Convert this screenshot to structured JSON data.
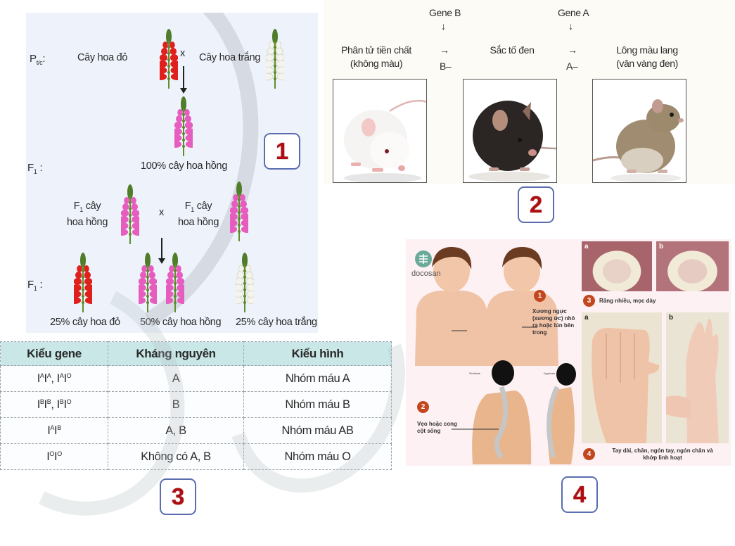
{
  "badges": {
    "panel1": "1",
    "panel2": "2",
    "panel3": "3",
    "panel4": "4"
  },
  "panel1": {
    "p_label": "P",
    "p_sub": "t/c",
    "p_colon": ":",
    "red_plant_label": "Cây hoa đỏ",
    "cross_symbol": "x",
    "white_plant_label": "Cây hoa trắng",
    "f1_label": "F",
    "f1_sub": "1",
    "f1_colon": " :",
    "f1_result": "100% cây hoa hồng",
    "f1_parent_left_line1": "F",
    "f1_parent_left_sub": "1",
    "f1_parent_left_line1_rest": " cây",
    "f1_parent_left_line2": "hoa hồng",
    "f1_parent_right_line1": "F",
    "f1_parent_right_sub": "1",
    "f1_parent_right_line1_rest": " cây",
    "f1_parent_right_line2": "hoa hồng",
    "f2_label": "F",
    "f2_sub": "1",
    "f2_colon": " :",
    "offspring": [
      {
        "label": "25% cây hoa đỏ",
        "color": "#e0201c"
      },
      {
        "label": "50% cây hoa hồng",
        "color": "#e65cbf"
      },
      {
        "label": "25% cây hoa trắng",
        "color": "#f4f3ec"
      }
    ],
    "colors": {
      "red": "#e0201c",
      "pink": "#e65cbf",
      "white": "#f4f3ec",
      "stem": "#5e8f2a"
    }
  },
  "panel2": {
    "gene_b": "Gene B",
    "gene_a": "Gene A",
    "down_arrow": "↓",
    "right_arrow": "→",
    "allele_b": "B–",
    "allele_a": "A–",
    "stage1_line1": "Phân tử tiền chất",
    "stage1_line2": "(không màu)",
    "stage2": "Sắc tố đen",
    "stage3_line1": "Lông màu lang",
    "stage3_line2": "(vân vàng đen)",
    "mice": [
      {
        "name": "white-mouse",
        "fur": "#f4f1ef"
      },
      {
        "name": "black-mouse",
        "fur": "#2a2624"
      },
      {
        "name": "agouti-mouse",
        "fur": "#9d8a6d"
      }
    ]
  },
  "panel3": {
    "headers": [
      "Kiểu gene",
      "Kháng nguyên",
      "Kiểu hình"
    ],
    "rows": [
      {
        "genotype": [
          [
            "I",
            "A"
          ],
          [
            "I",
            "A"
          ],
          ", ",
          [
            "I",
            "A"
          ],
          [
            "I",
            "O"
          ]
        ],
        "genotype_text": "IᴬIᴬ, IᴬIᴼ",
        "antigen": "A",
        "phenotype": "Nhóm máu A"
      },
      {
        "genotype_text": "IᴮIᴮ, IᴮIᴼ",
        "antigen": "B",
        "phenotype": "Nhóm máu B"
      },
      {
        "genotype_text": "IᴬIᴮ",
        "antigen": "A, B",
        "phenotype": "Nhóm máu AB"
      },
      {
        "genotype_text": "IᴼIᴼ",
        "antigen": "Không có A, B",
        "phenotype": "Nhóm máu O"
      }
    ],
    "header_bg": "#c9e7e6"
  },
  "panel4": {
    "watermark_text": "docosan",
    "item1_num": "1",
    "item1_text": "Xương ngực (xương ức) nhô ra hoặc lún bên trong",
    "item2_num": "2",
    "item2_text": "Vẹo hoặc cong cột sống",
    "scoliosis_label": "Scoliosis",
    "kyphosis_label": "Kyphosis",
    "teeth_a": "a",
    "teeth_b": "b",
    "item3_num": "3",
    "item3_text": "Răng nhiều, mọc dày",
    "hand_a": "a",
    "hand_b": "b",
    "item4_num": "4",
    "item4_line1": "Tay dài, chân, ngón tay, ngón chân và",
    "item4_line2": "khớp linh hoạt"
  }
}
